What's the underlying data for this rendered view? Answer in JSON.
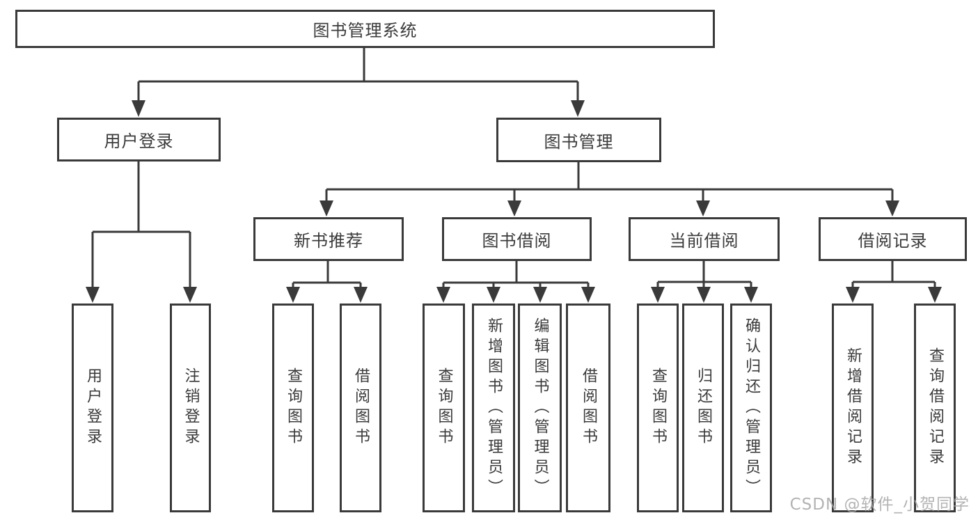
{
  "diagram": {
    "type": "hierarchy-tree",
    "watermark": "CSDN @软件_小贺同学",
    "colors": {
      "line": "#3a3a3a",
      "box_border": "#3a3a3a",
      "text": "#3a3a3a",
      "background": "#ffffff",
      "watermark": "#a6a6a6"
    },
    "tree": {
      "label": "图书管理系统",
      "children": [
        {
          "label": "用户登录",
          "children": [
            {
              "label": "用户登录"
            },
            {
              "label": "注销登录"
            }
          ]
        },
        {
          "label": "图书管理",
          "children": [
            {
              "label": "新书推荐",
              "children": [
                {
                  "label": "查询图书"
                },
                {
                  "label": "借阅图书"
                }
              ]
            },
            {
              "label": "图书借阅",
              "children": [
                {
                  "label": "查询图书"
                },
                {
                  "label": "新增图书（管理员）"
                },
                {
                  "label": "编辑图书（管理员）"
                },
                {
                  "label": "借阅图书"
                }
              ]
            },
            {
              "label": "当前借阅",
              "children": [
                {
                  "label": "查询图书"
                },
                {
                  "label": "归还图书"
                },
                {
                  "label": "确认归还（管理员）"
                }
              ]
            },
            {
              "label": "借阅记录",
              "children": [
                {
                  "label": "新增借阅记录"
                },
                {
                  "label": "查询借阅记录"
                }
              ]
            }
          ]
        }
      ]
    }
  }
}
